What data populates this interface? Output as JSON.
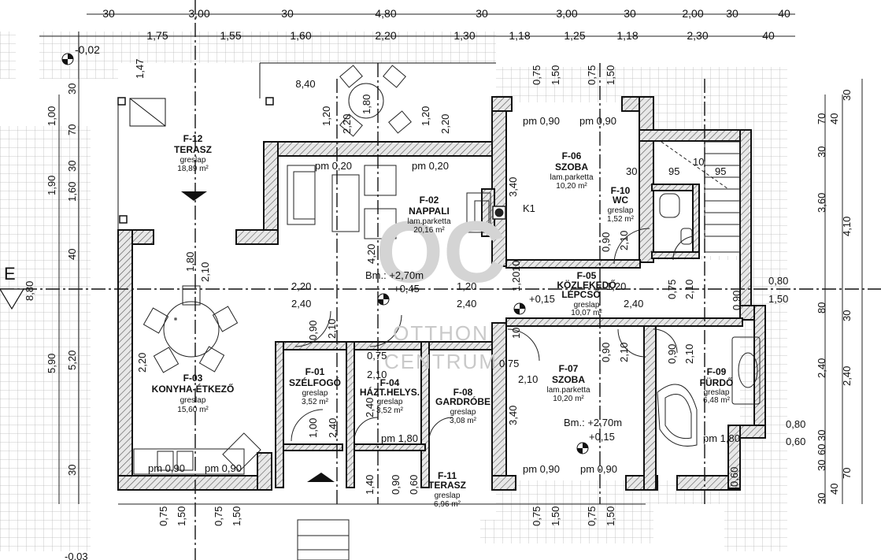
{
  "plan": {
    "top_dims_row1": [
      "30",
      "3,00",
      "30",
      "4,80",
      "30",
      "3,00",
      "30",
      "2,00",
      "30",
      "40"
    ],
    "top_dims_row2": [
      "1,75",
      "1,55",
      "1,60",
      "2,20",
      "1,30",
      "1,18",
      "1,25",
      "1,18",
      "2,30",
      "40"
    ],
    "left_dims": [
      "-0,02",
      "1,47",
      "30",
      "1,00",
      "70",
      "30",
      "1,90",
      "1,60",
      "40",
      "8,80",
      "5,90",
      "5,20",
      "30"
    ],
    "right_dims": [
      "30",
      "70",
      "40",
      "30",
      "3,60",
      "4,10",
      "80",
      "30",
      "2,40",
      "2,40",
      "30",
      "60",
      "30",
      "70",
      "40",
      "30"
    ],
    "rooms": [
      {
        "code": "F-12",
        "name": "TERASZ",
        "material": "greslap",
        "area": "18,89 m²"
      },
      {
        "code": "F-02",
        "name": "NAPPALI",
        "material": "lam.parketta",
        "area": "20,16 m²"
      },
      {
        "code": "F-06",
        "name": "SZOBA",
        "material": "lam.parketta",
        "area": "10,20 m²"
      },
      {
        "code": "F-10",
        "name": "WC",
        "material": "greslap",
        "area": "1,52 m²"
      },
      {
        "code": "F-05",
        "name": "KÖZLEKEDŐ",
        "name2": "LÉPCSŐ",
        "material": "greslap",
        "area": "10,07 m²"
      },
      {
        "code": "F-03",
        "name": "KONYHA-ÉTKEZŐ",
        "material": "greslap",
        "area": "15,60 m²"
      },
      {
        "code": "F-01",
        "name": "SZÉLFOGÓ",
        "material": "greslap",
        "area": "3,52 m²"
      },
      {
        "code": "F-04",
        "name": "HÁZT.HELYS.",
        "material": "greslap",
        "area": "3,52 m²"
      },
      {
        "code": "F-08",
        "name": "GARDRÓBE",
        "material": "greslap",
        "area": "3,08 m²"
      },
      {
        "code": "F-07",
        "name": "SZOBA",
        "material": "lam.parketta",
        "area": "10,20 m²"
      },
      {
        "code": "F-09",
        "name": "FÜRDŐ",
        "material": "greslap",
        "area": "6,48 m²"
      },
      {
        "code": "F-11",
        "name": "TERASZ",
        "material": "greslap",
        "area": "6,96 m²"
      }
    ],
    "annotations": {
      "terrace_width": "8,40",
      "table_size": "1,80",
      "pm_020": "pm 0,20",
      "pm_090": "pm 0,90",
      "pm_180": "pm 1,80",
      "bm_270": "Bm.: +2,70m",
      "lvl_045": "+0,45",
      "lvl_015": "+0,15",
      "k1": "K1",
      "axis_e": "E",
      "v_220": "2,20",
      "v_120": "1,20",
      "v_240": "2,40",
      "v_210": "2,10",
      "v_340": "3,40",
      "v_420": "4,20",
      "v_075": "0,75",
      "v_090": "0,90",
      "v_150": "1,50",
      "v_080": "0,80",
      "v_060": "0,60",
      "v_140": "1,40",
      "v_100": "1,00",
      "v_095": "95",
      "v_010": "10",
      "bottom_dims": [
        "0,75",
        "1,50",
        "0,75",
        "1,50",
        "0,75",
        "1,50",
        "0,75",
        "1,50"
      ],
      "bottom_lvl": "-0,03"
    },
    "watermark": {
      "line1": "OTTHON",
      "line2": "CENTRUM"
    }
  }
}
